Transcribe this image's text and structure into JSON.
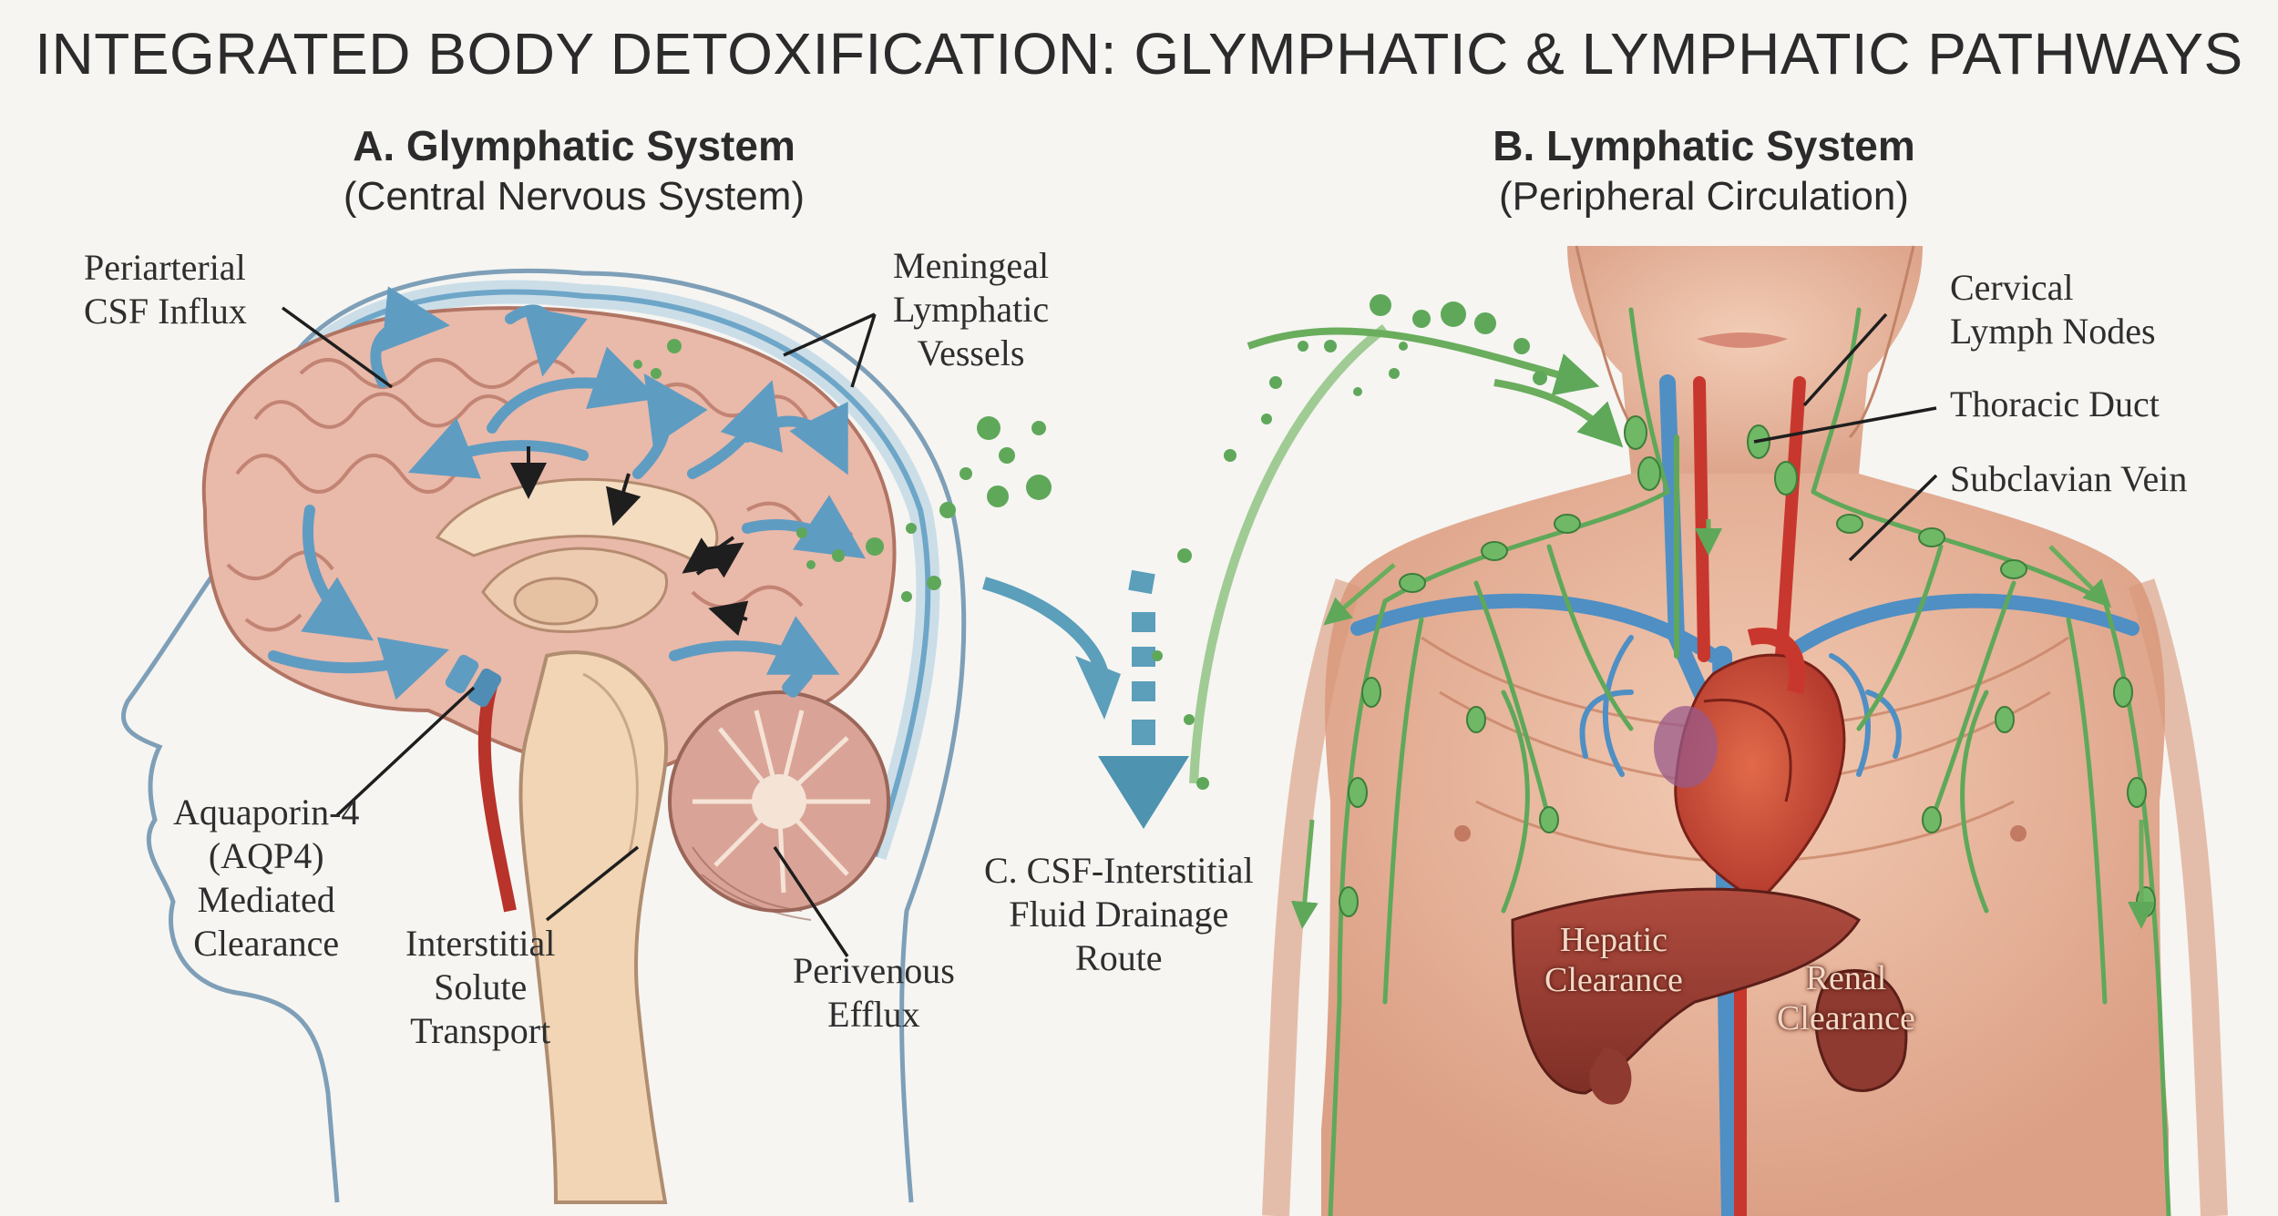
{
  "title": "INTEGRATED BODY DETOXIFICATION: GLYMPHATIC & LYMPHATIC PATHWAYS",
  "section_a": {
    "heading": "A. Glymphatic System",
    "subheading": "(Central Nervous System)",
    "labels": {
      "periarterial": [
        "Periarterial",
        "CSF Influx"
      ],
      "meningeal": [
        "Meningeal",
        "Lymphatic",
        "Vessels"
      ],
      "aquaporin": [
        "Aquaporin-4",
        "(AQP4)",
        "Mediated",
        "Clearance"
      ],
      "interstitial": [
        "Interstitial",
        "Solute",
        "Transport"
      ],
      "perivenous": [
        "Perivenous",
        "Efflux"
      ]
    }
  },
  "section_b": {
    "heading": "B. Lymphatic System",
    "subheading": "(Peripheral Circulation)",
    "labels": {
      "cervical": [
        "Cervical",
        "Lymph Nodes"
      ],
      "thoracic": "Thoracic Duct",
      "subclavian": "Subclavian Vein",
      "hepatic": [
        "Hepatic",
        "Clearance"
      ],
      "renal": [
        "Renal",
        "Clearance"
      ]
    }
  },
  "section_c": {
    "label": [
      "C. CSF-Interstitial",
      "Fluid Drainage",
      "Route"
    ]
  },
  "colors": {
    "brain": "#e8b8a8",
    "csf_blue": "#6ea6c8",
    "lymph_green": "#5fa85a",
    "artery_red": "#c8372d",
    "vein_blue": "#4f8fc4",
    "skin": "#e9b49a",
    "liver": "#9a3e34"
  }
}
